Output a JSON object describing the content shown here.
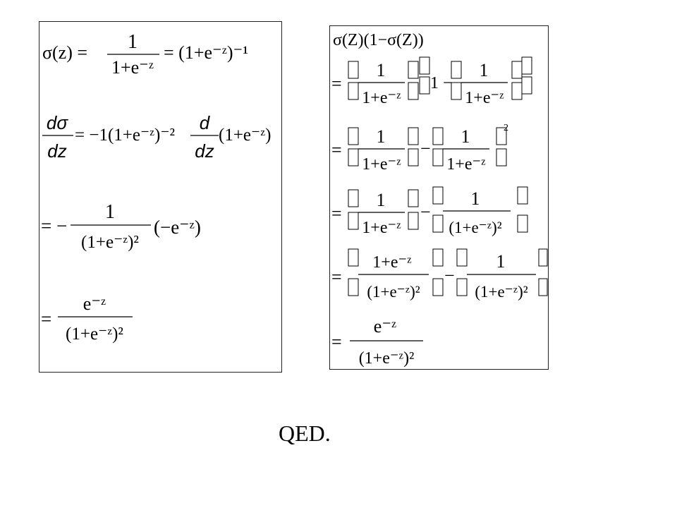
{
  "left_panel": {
    "eq1": {
      "lhs": "σ(z) =",
      "frac": {
        "num": "1",
        "den": "1+e⁻ᶻ"
      },
      "rhs": "= (1+e⁻ᶻ)⁻¹"
    },
    "eq2": {
      "lhs": {
        "num": "dσ",
        "den": "dz"
      },
      "mid": "= −1(1+e⁻ᶻ)⁻²",
      "op": {
        "num": "d",
        "den": "dz"
      },
      "rhs": "(1+e⁻ᶻ)"
    },
    "eq3": {
      "prefix": "= −",
      "frac": {
        "num": "1",
        "den": "(1+e⁻ᶻ)²"
      },
      "rhs": "(−e⁻ᶻ)"
    },
    "eq4": {
      "prefix": "=",
      "frac": {
        "num": "e⁻ᶻ",
        "den": "(1+e⁻ᶻ)²"
      }
    }
  },
  "right_panel": {
    "line1": "σ(Z)(1−σ(Z))",
    "line2": {
      "prefix": "=",
      "f1": {
        "num": "1",
        "den": "1+e⁻ᶻ"
      },
      "mid": "1 −",
      "f2": {
        "num": "1",
        "den": "1+e⁻ᶻ"
      }
    },
    "line3": {
      "prefix": "=",
      "f1": {
        "num": "1",
        "den": "1+e⁻ᶻ"
      },
      "minus": "−",
      "f2": {
        "num": "1",
        "den": "1+e⁻ᶻ"
      },
      "exp": "2"
    },
    "line4": {
      "prefix": "=",
      "f1": {
        "num": "1",
        "den": "1+e⁻ᶻ"
      },
      "minus": "−",
      "f2": {
        "num": "1",
        "den": "(1+e⁻ᶻ)²"
      }
    },
    "line5": {
      "prefix": "=",
      "f1": {
        "num": "1+e⁻ᶻ",
        "den": "(1+e⁻ᶻ)²"
      },
      "minus": "−",
      "f2": {
        "num": "1",
        "den": "(1+e⁻ᶻ)²"
      }
    },
    "line6": {
      "prefix": "=",
      "frac": {
        "num": "e⁻ᶻ",
        "den": "(1+e⁻ᶻ)²"
      }
    }
  },
  "footer": {
    "qed": "QED."
  }
}
